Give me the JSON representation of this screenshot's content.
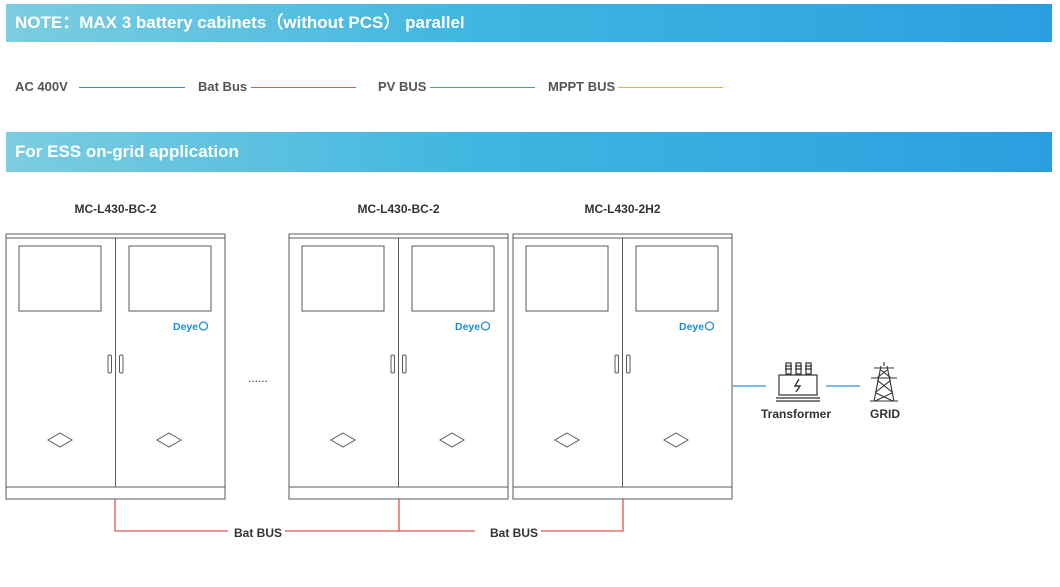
{
  "note_banner": "NOTE：MAX 3 battery cabinets（without PCS） parallel",
  "application_banner": "For ESS on-grid application",
  "legend": [
    {
      "label": "AC 400V",
      "color": "#2f8fd6"
    },
    {
      "label": "Bat Bus",
      "color": "#e05454"
    },
    {
      "label": "PV BUS",
      "color": "#39b36b"
    },
    {
      "label": "MPPT BUS",
      "color": "#f5a94b"
    }
  ],
  "cabinets": [
    {
      "model": "MC-L430-BC-2",
      "logo": "Deye"
    },
    {
      "model": "MC-L430-BC-2",
      "logo": "Deye"
    },
    {
      "model": "MC-L430-2H2",
      "logo": "Deye"
    }
  ],
  "ellipsis": "......",
  "transformer_label": "Transformer",
  "grid_label": "GRID",
  "bus_labels": [
    "Bat BUS",
    "Bat BUS"
  ],
  "icons": [
    "transformer-icon",
    "grid-tower-icon"
  ]
}
